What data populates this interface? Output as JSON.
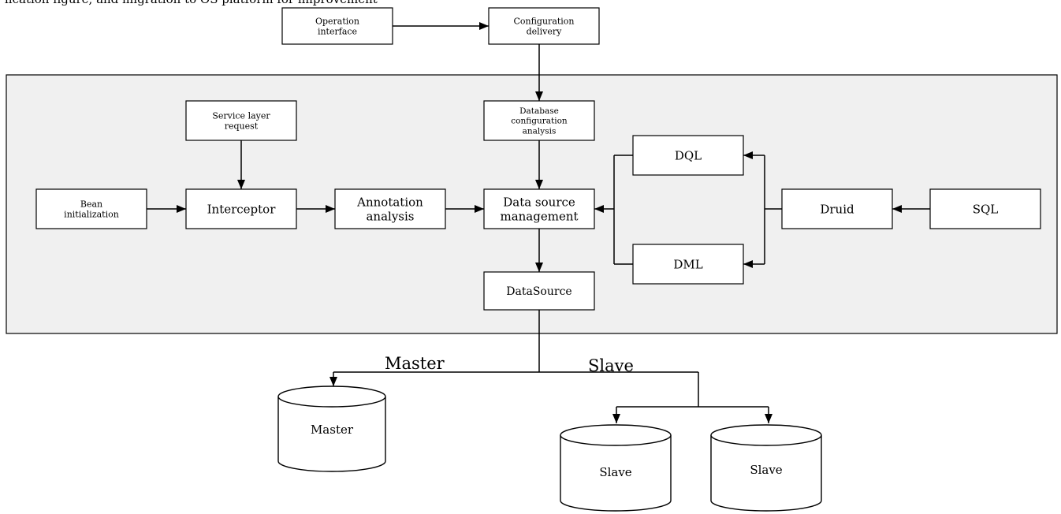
{
  "top_caption": "lication figure, and migration to OS platform for improvement",
  "nodes": {
    "operation_interface": [
      "Operation",
      "interface"
    ],
    "configuration_delivery": [
      "Configuration",
      "delivery"
    ],
    "service_layer_request": [
      "Service layer",
      "request"
    ],
    "database_configuration_analysis": [
      "Database",
      "configuration",
      "analysis"
    ],
    "bean_initialization": [
      "Bean",
      "initialization"
    ],
    "interceptor": [
      "Interceptor"
    ],
    "annotation_analysis": [
      "Annotation",
      "analysis"
    ],
    "data_source_management": [
      "Data source",
      "management"
    ],
    "dql": [
      "DQL"
    ],
    "dml": [
      "DML"
    ],
    "druid": [
      "Druid"
    ],
    "sql": [
      "SQL"
    ],
    "datasource": [
      "DataSource"
    ]
  },
  "branch_labels": {
    "master": "Master",
    "slave": "Slave"
  },
  "databases": {
    "master": "Master",
    "slave_1": "Slave",
    "slave_2": "Slave"
  },
  "colors": {
    "panel_fill": "#f0f0f0",
    "stroke": "#000000",
    "box_fill": "#ffffff"
  }
}
